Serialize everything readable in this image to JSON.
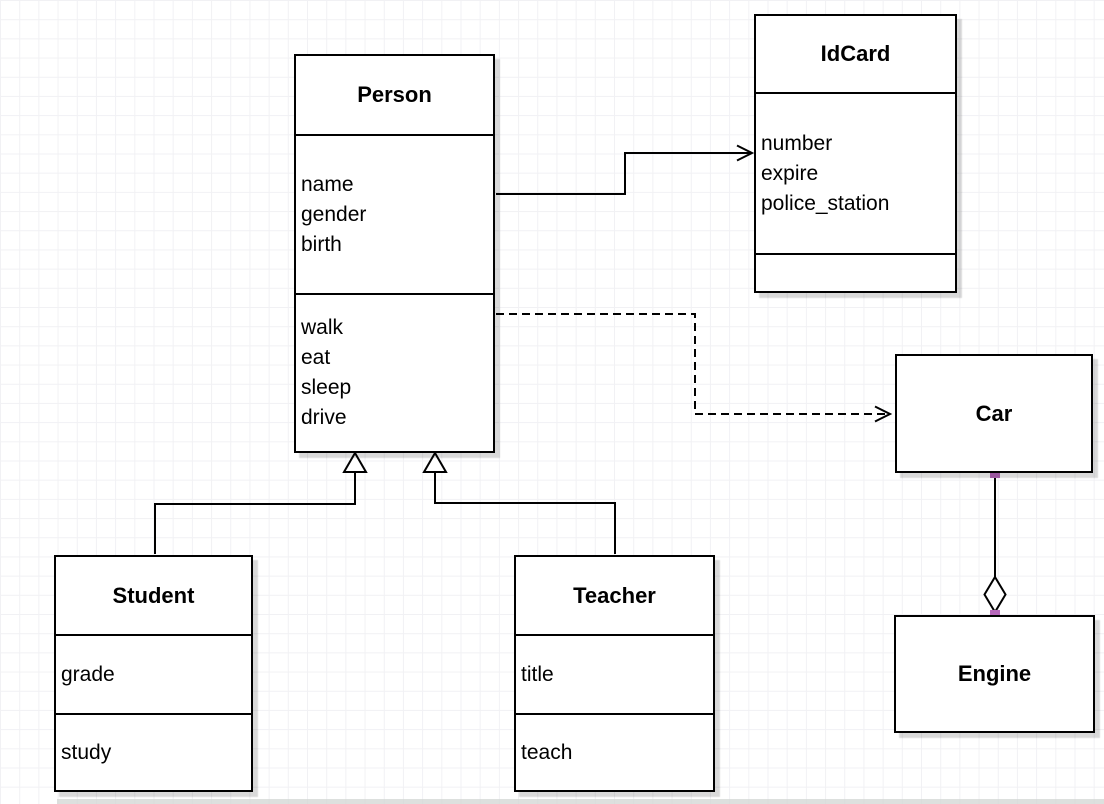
{
  "diagram": {
    "kind": "uml-class-diagram",
    "background": "#ffffff",
    "grid_color": "#f1f1f4",
    "shape_border_color": "#000000",
    "shape_fill_color": "#ffffff",
    "shadow_color": "rgba(0,0,0,0.15)",
    "endpoint_handle_color": "#b667ba"
  },
  "classes": [
    {
      "id": "person",
      "title": "Person",
      "compartments": [
        [
          "name",
          "gender",
          "birth"
        ],
        [
          "walk",
          "eat",
          "sleep",
          "drive"
        ]
      ]
    },
    {
      "id": "idcard",
      "title": "IdCard",
      "compartments": [
        [
          "number",
          "expire",
          "police_station"
        ],
        []
      ]
    },
    {
      "id": "student",
      "title": "Student",
      "compartments": [
        [
          "grade"
        ],
        [
          "study"
        ]
      ]
    },
    {
      "id": "teacher",
      "title": "Teacher",
      "compartments": [
        [
          "title"
        ],
        [
          "teach"
        ]
      ]
    },
    {
      "id": "car",
      "title": "Car",
      "compartments": []
    },
    {
      "id": "engine",
      "title": "Engine",
      "compartments": []
    }
  ],
  "relationships": [
    {
      "from": "Person",
      "to": "IdCard",
      "type": "directed-association",
      "line": "solid",
      "arrowhead": "open"
    },
    {
      "from": "Person",
      "to": "Car",
      "type": "dependency",
      "line": "dashed",
      "arrowhead": "open"
    },
    {
      "from": "Student",
      "to": "Person",
      "type": "generalization",
      "line": "solid",
      "arrowhead": "hollow-triangle"
    },
    {
      "from": "Teacher",
      "to": "Person",
      "type": "generalization",
      "line": "solid",
      "arrowhead": "hollow-triangle"
    },
    {
      "from": "Car",
      "to": "Engine",
      "type": "aggregation",
      "line": "solid",
      "arrowhead": "hollow-diamond"
    }
  ]
}
